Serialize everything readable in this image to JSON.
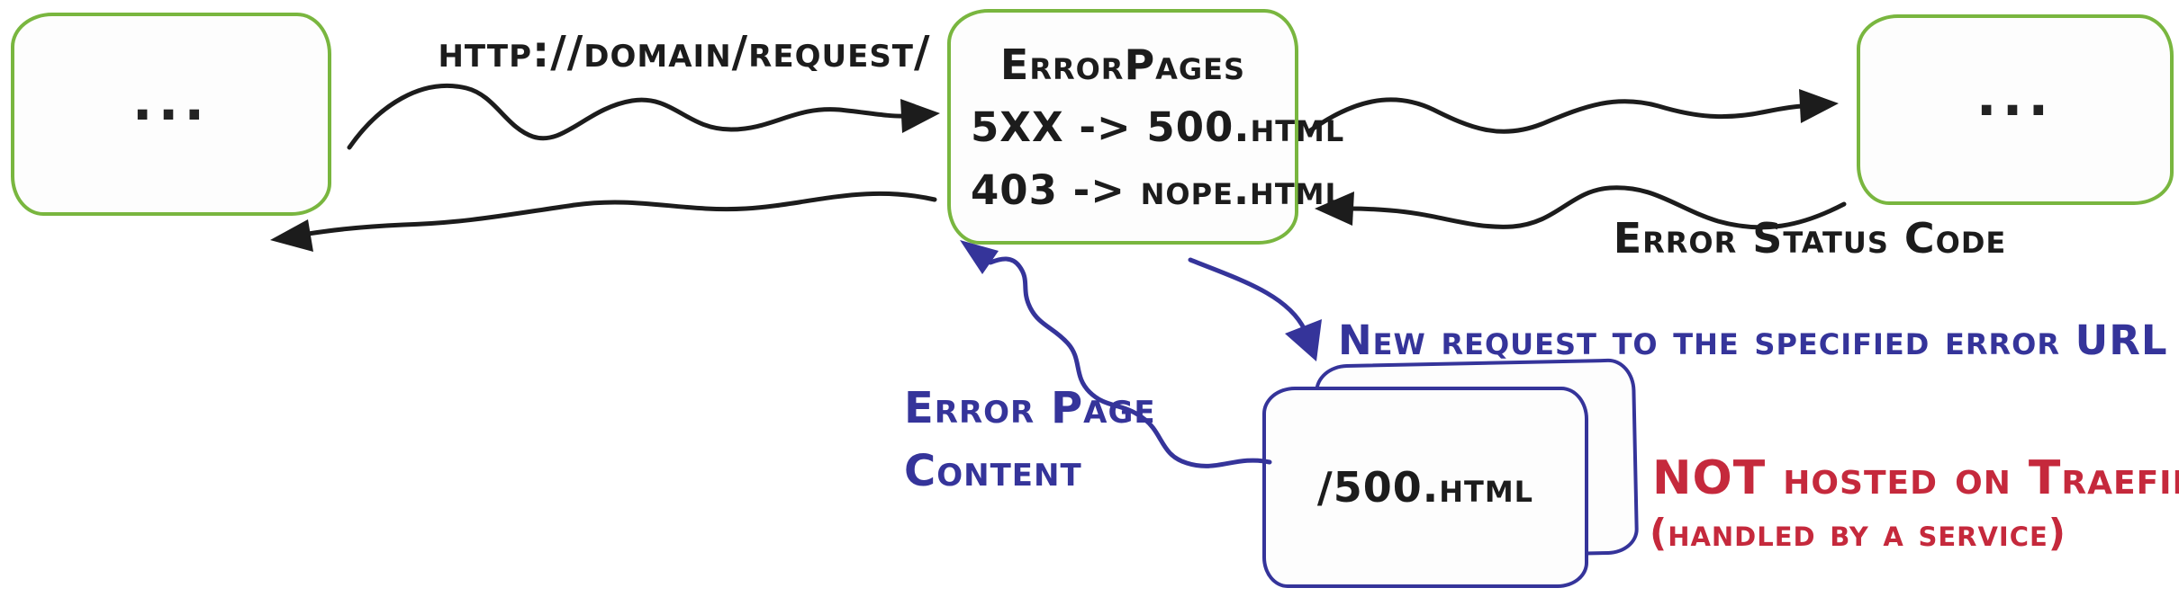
{
  "colors": {
    "box_green": "#79b63f",
    "ink_black": "#1c1c1c",
    "accent_blue": "#35349a",
    "accent_red": "#c5293c"
  },
  "boxes": {
    "client": {
      "label": "..."
    },
    "middleware": {
      "title": "ErrorPages",
      "rules": [
        "5XX -> 500.html",
        "403 -> nope.html"
      ]
    },
    "backend": {
      "label": "..."
    },
    "error_service": {
      "label": "/500.html"
    }
  },
  "labels": {
    "request_url": "http://domain/request/",
    "error_status": "Error Status Code",
    "new_request": "New request to the specified error URL",
    "error_content": [
      "Error Page",
      "Content"
    ],
    "not_hosted": "NOT hosted on Traefik",
    "handled_by": "(handled by a service)"
  },
  "icons": {
    "arrows": [
      "request-arrow",
      "response-arrow",
      "forward-arrow",
      "error-status-arrow",
      "new-request-arrow",
      "error-content-arrow"
    ]
  }
}
